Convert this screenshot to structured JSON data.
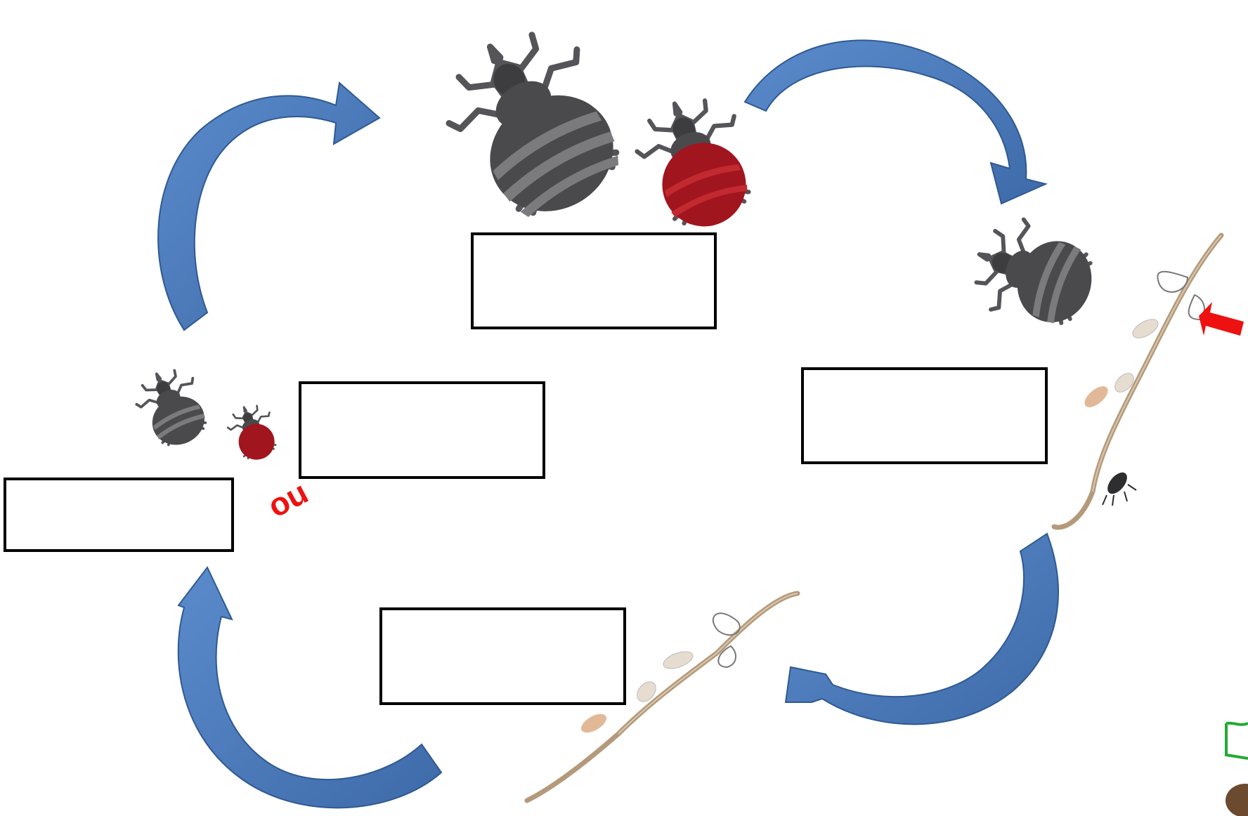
{
  "diagram": {
    "or_text": "ou",
    "answer_boxes": [
      {
        "id": "top",
        "text": ""
      },
      {
        "id": "right",
        "text": ""
      },
      {
        "id": "middle-left",
        "text": ""
      },
      {
        "id": "left",
        "text": ""
      },
      {
        "id": "bottom",
        "text": ""
      }
    ],
    "stages": [
      {
        "name": "adult-louse-pair"
      },
      {
        "name": "adult-louse-with-nits"
      },
      {
        "name": "nits-on-hair"
      },
      {
        "name": "young-louse-pair"
      }
    ],
    "colors": {
      "arrow": "#4f7fc0",
      "arrow_dark": "#2e5a92",
      "louse_body": "#4a494c",
      "louse_band": "#7b7a7d",
      "blood": "#a1151e",
      "hair": "#b49a7b",
      "nit": "#e6dcd0",
      "pointer": "#ee1111",
      "or_text": "#ee1111"
    }
  }
}
